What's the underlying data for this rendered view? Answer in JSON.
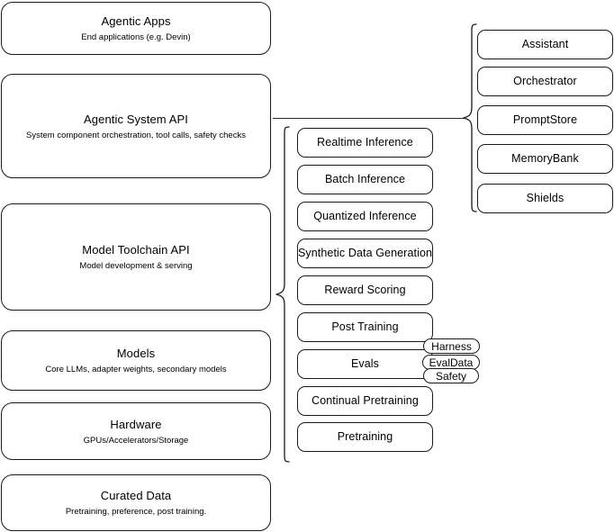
{
  "diagram": {
    "title": "Agentic stack layers",
    "accent_color": "#1a1a1a",
    "background_color": "#ffffff"
  },
  "layers": [
    {
      "name": "agentic-apps",
      "title": "Agentic Apps",
      "subtitle": "End applications (e.g. Devin)"
    },
    {
      "name": "agentic-system-api",
      "title": "Agentic System API",
      "subtitle": "System component orchestration, tool calls, safety checks"
    },
    {
      "name": "model-toolchain-api",
      "title": "Model Toolchain API",
      "subtitle": "Model development & serving"
    },
    {
      "name": "models",
      "title": "Models",
      "subtitle": "Core LLMs, adapter weights, secondary models"
    },
    {
      "name": "hardware",
      "title": "Hardware",
      "subtitle": "GPUs/Accelerators/Storage"
    },
    {
      "name": "curated-data",
      "title": "Curated Data",
      "subtitle": "Pretraining, preference, post training."
    }
  ],
  "toolchain_components": [
    {
      "name": "realtime-inference",
      "label": "Realtime Inference"
    },
    {
      "name": "batch-inference",
      "label": "Batch Inference"
    },
    {
      "name": "quantized-inference",
      "label": "Quantized Inference"
    },
    {
      "name": "synthetic-data-generation",
      "label": "Synthetic Data Generation"
    },
    {
      "name": "reward-scoring",
      "label": "Reward Scoring"
    },
    {
      "name": "post-training",
      "label": "Post Training"
    },
    {
      "name": "evals",
      "label": "Evals"
    },
    {
      "name": "continual-pretraining",
      "label": "Continual Pretraining"
    },
    {
      "name": "pretraining",
      "label": "Pretraining"
    }
  ],
  "eval_pills": [
    {
      "name": "harness",
      "label": "Harness"
    },
    {
      "name": "evaldata",
      "label": "EvalData"
    },
    {
      "name": "safety",
      "label": "Safety"
    }
  ],
  "system_components": [
    {
      "name": "assistant",
      "label": "Assistant"
    },
    {
      "name": "orchestrator",
      "label": "Orchestrator"
    },
    {
      "name": "promptstore",
      "label": "PromptStore"
    },
    {
      "name": "memorybank",
      "label": "MemoryBank"
    },
    {
      "name": "shields",
      "label": "Shields"
    }
  ]
}
